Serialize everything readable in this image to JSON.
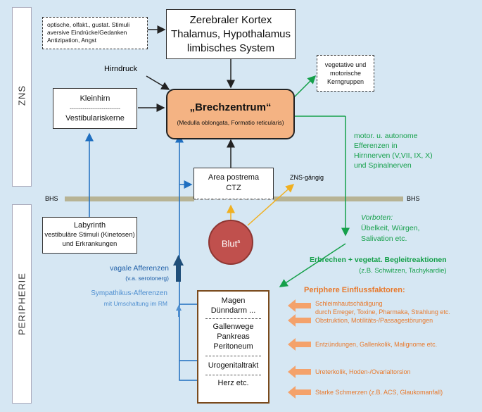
{
  "zns_label": "ZNS",
  "peripherie_label": "PERIPHERIE",
  "stimuli": {
    "line1": "optische, olfakt., gustat. Stimuli",
    "line2": "aversive Eindrücke/Gedanken",
    "line3": "Antizipation, Angst"
  },
  "kortex": {
    "line1": "Zerebraler Kortex",
    "line2": "Thalamus, Hypothalamus",
    "line3": "limbisches System"
  },
  "hirndruck": "Hirndruck",
  "kleinhirn": {
    "top": "Kleinhirn",
    "dashes": "------------------------",
    "bottom": "Vestibulariskerne"
  },
  "brechzentrum": {
    "title": "„Brechzentrum“",
    "subtitle": "(Medulla oblongata, Formatio reticularis)"
  },
  "kerngruppen": {
    "line1": "vegetative und",
    "line2": "motorische",
    "line3": "Kerngruppen"
  },
  "efferenzen": {
    "line1": "motor. u. autonome",
    "line2": "Efferenzen in",
    "line3": "Hirnnerven (V,VII, IX, X)",
    "line4": "und Spinalnerven"
  },
  "area": {
    "line1": "Area postrema",
    "line2": "CTZ"
  },
  "zns_gaengig": "ZNS-gängig",
  "bhs_left": "BHS",
  "bhs_right": "BHS",
  "labyrinth": {
    "line1": "Labyrinth",
    "line2": "vestibuläre Stimuli (Kinetosen)",
    "line3": "und Erkrankungen"
  },
  "blut": {
    "text": "Blut",
    "sup": "a"
  },
  "vorboten": {
    "title": "Vorboten:",
    "line1": "Übelkeit, Würgen,",
    "line2": "Salivation etc."
  },
  "erbrechen": {
    "line1": "Erbrechen + vegetat. Begleitreaktionen",
    "line2": "(z.B. Schwitzen, Tachykardie)"
  },
  "vagale": {
    "line1": "vagale Afferenzen",
    "line2": "(v.a. serotonerg)"
  },
  "sympathikus": {
    "line1": "Sympathikus-Afferenzen",
    "line2": "mit Umschaltung im RM"
  },
  "organe": {
    "magen": "Magen",
    "duenndarm": "Dünndarm ...",
    "gallenwege": "Gallenwege",
    "pankreas": "Pankreas",
    "peritoneum": "Peritoneum",
    "urogenital": "Urogenitaltrakt",
    "herz": "Herz etc."
  },
  "periphere": {
    "title": "Periphere Einflussfaktoren:",
    "f1a": "Schleimhautschädigung",
    "f1b": "durch Erreger, Toxine, Pharmaka, Strahlung etc.",
    "f2": "Obstruktion, Motilitäts-/Passagestörungen",
    "f3": "Entzündungen, Gallenkolik, Malignome etc.",
    "f4": "Ureterkolik, Hoden-/Ovarialtorsion",
    "f5": "Starke Schmerzen (z.B. ACS, Glaukomanfall)"
  },
  "colors": {
    "background": "#d6e7f3",
    "brechzentrum": "#f4b383",
    "blut": "#c0504d",
    "green": "#15a04a",
    "blue": "#1f5fa8",
    "orange": "#e8792c",
    "bhs_bar": "#b7b394"
  }
}
